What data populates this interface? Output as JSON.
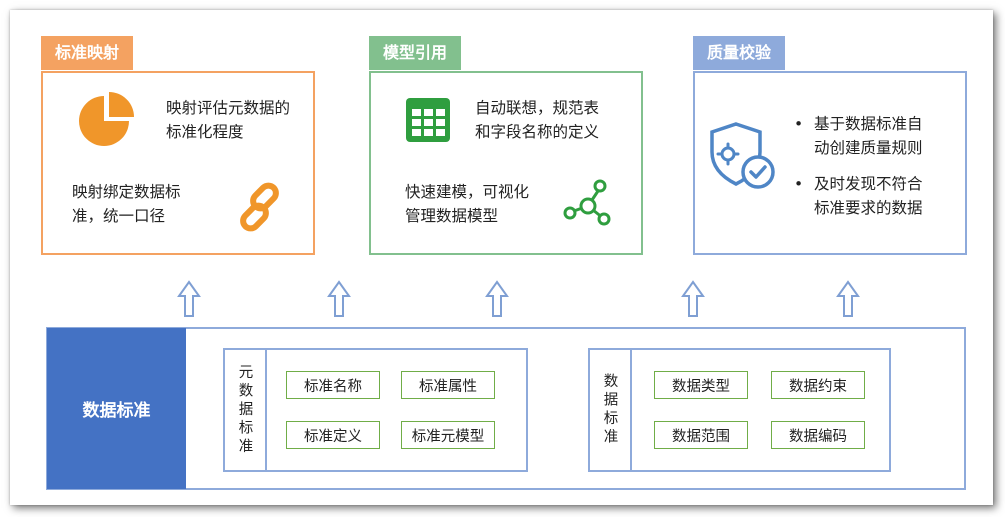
{
  "colors": {
    "orange": "#f4a261",
    "orange_icon": "#f0962a",
    "green": "#82c08e",
    "green_icon": "#2f9e3f",
    "blue": "#8eaadb",
    "blue_icon": "#4f86c6",
    "ds_fill": "#4472c4",
    "item_border": "#70ad47"
  },
  "cards": {
    "mapping": {
      "title": "标准映射",
      "line1": "映射评估元数据的",
      "line2": "标准化程度",
      "line3": "映射绑定数据标",
      "line4": "准，统一口径",
      "icon_a": "pie-chart-icon",
      "icon_b": "chain-link-icon"
    },
    "model": {
      "title": "模型引用",
      "line1": "自动联想，规范表",
      "line2": "和字段名称的定义",
      "line3": "快速建模，可视化",
      "line4": "管理数据模型",
      "icon_a": "table-grid-icon",
      "icon_b": "molecule-network-icon"
    },
    "quality": {
      "title": "质量校验",
      "bullet1_line1": "基于数据标准自",
      "bullet1_line2": "动创建质量规则",
      "bullet2_line1": "及时发现不符合",
      "bullet2_line2": "标准要求的数据",
      "icon": "shield-check-icon"
    }
  },
  "bottom": {
    "title": "数据标准",
    "meta_group": {
      "label": "元数据标准",
      "items": [
        "标准名称",
        "标准属性",
        "标准定义",
        "标准元模型"
      ]
    },
    "data_group": {
      "label": "数据标准",
      "items": [
        "数据类型",
        "数据约束",
        "数据范围",
        "数据编码"
      ]
    }
  }
}
